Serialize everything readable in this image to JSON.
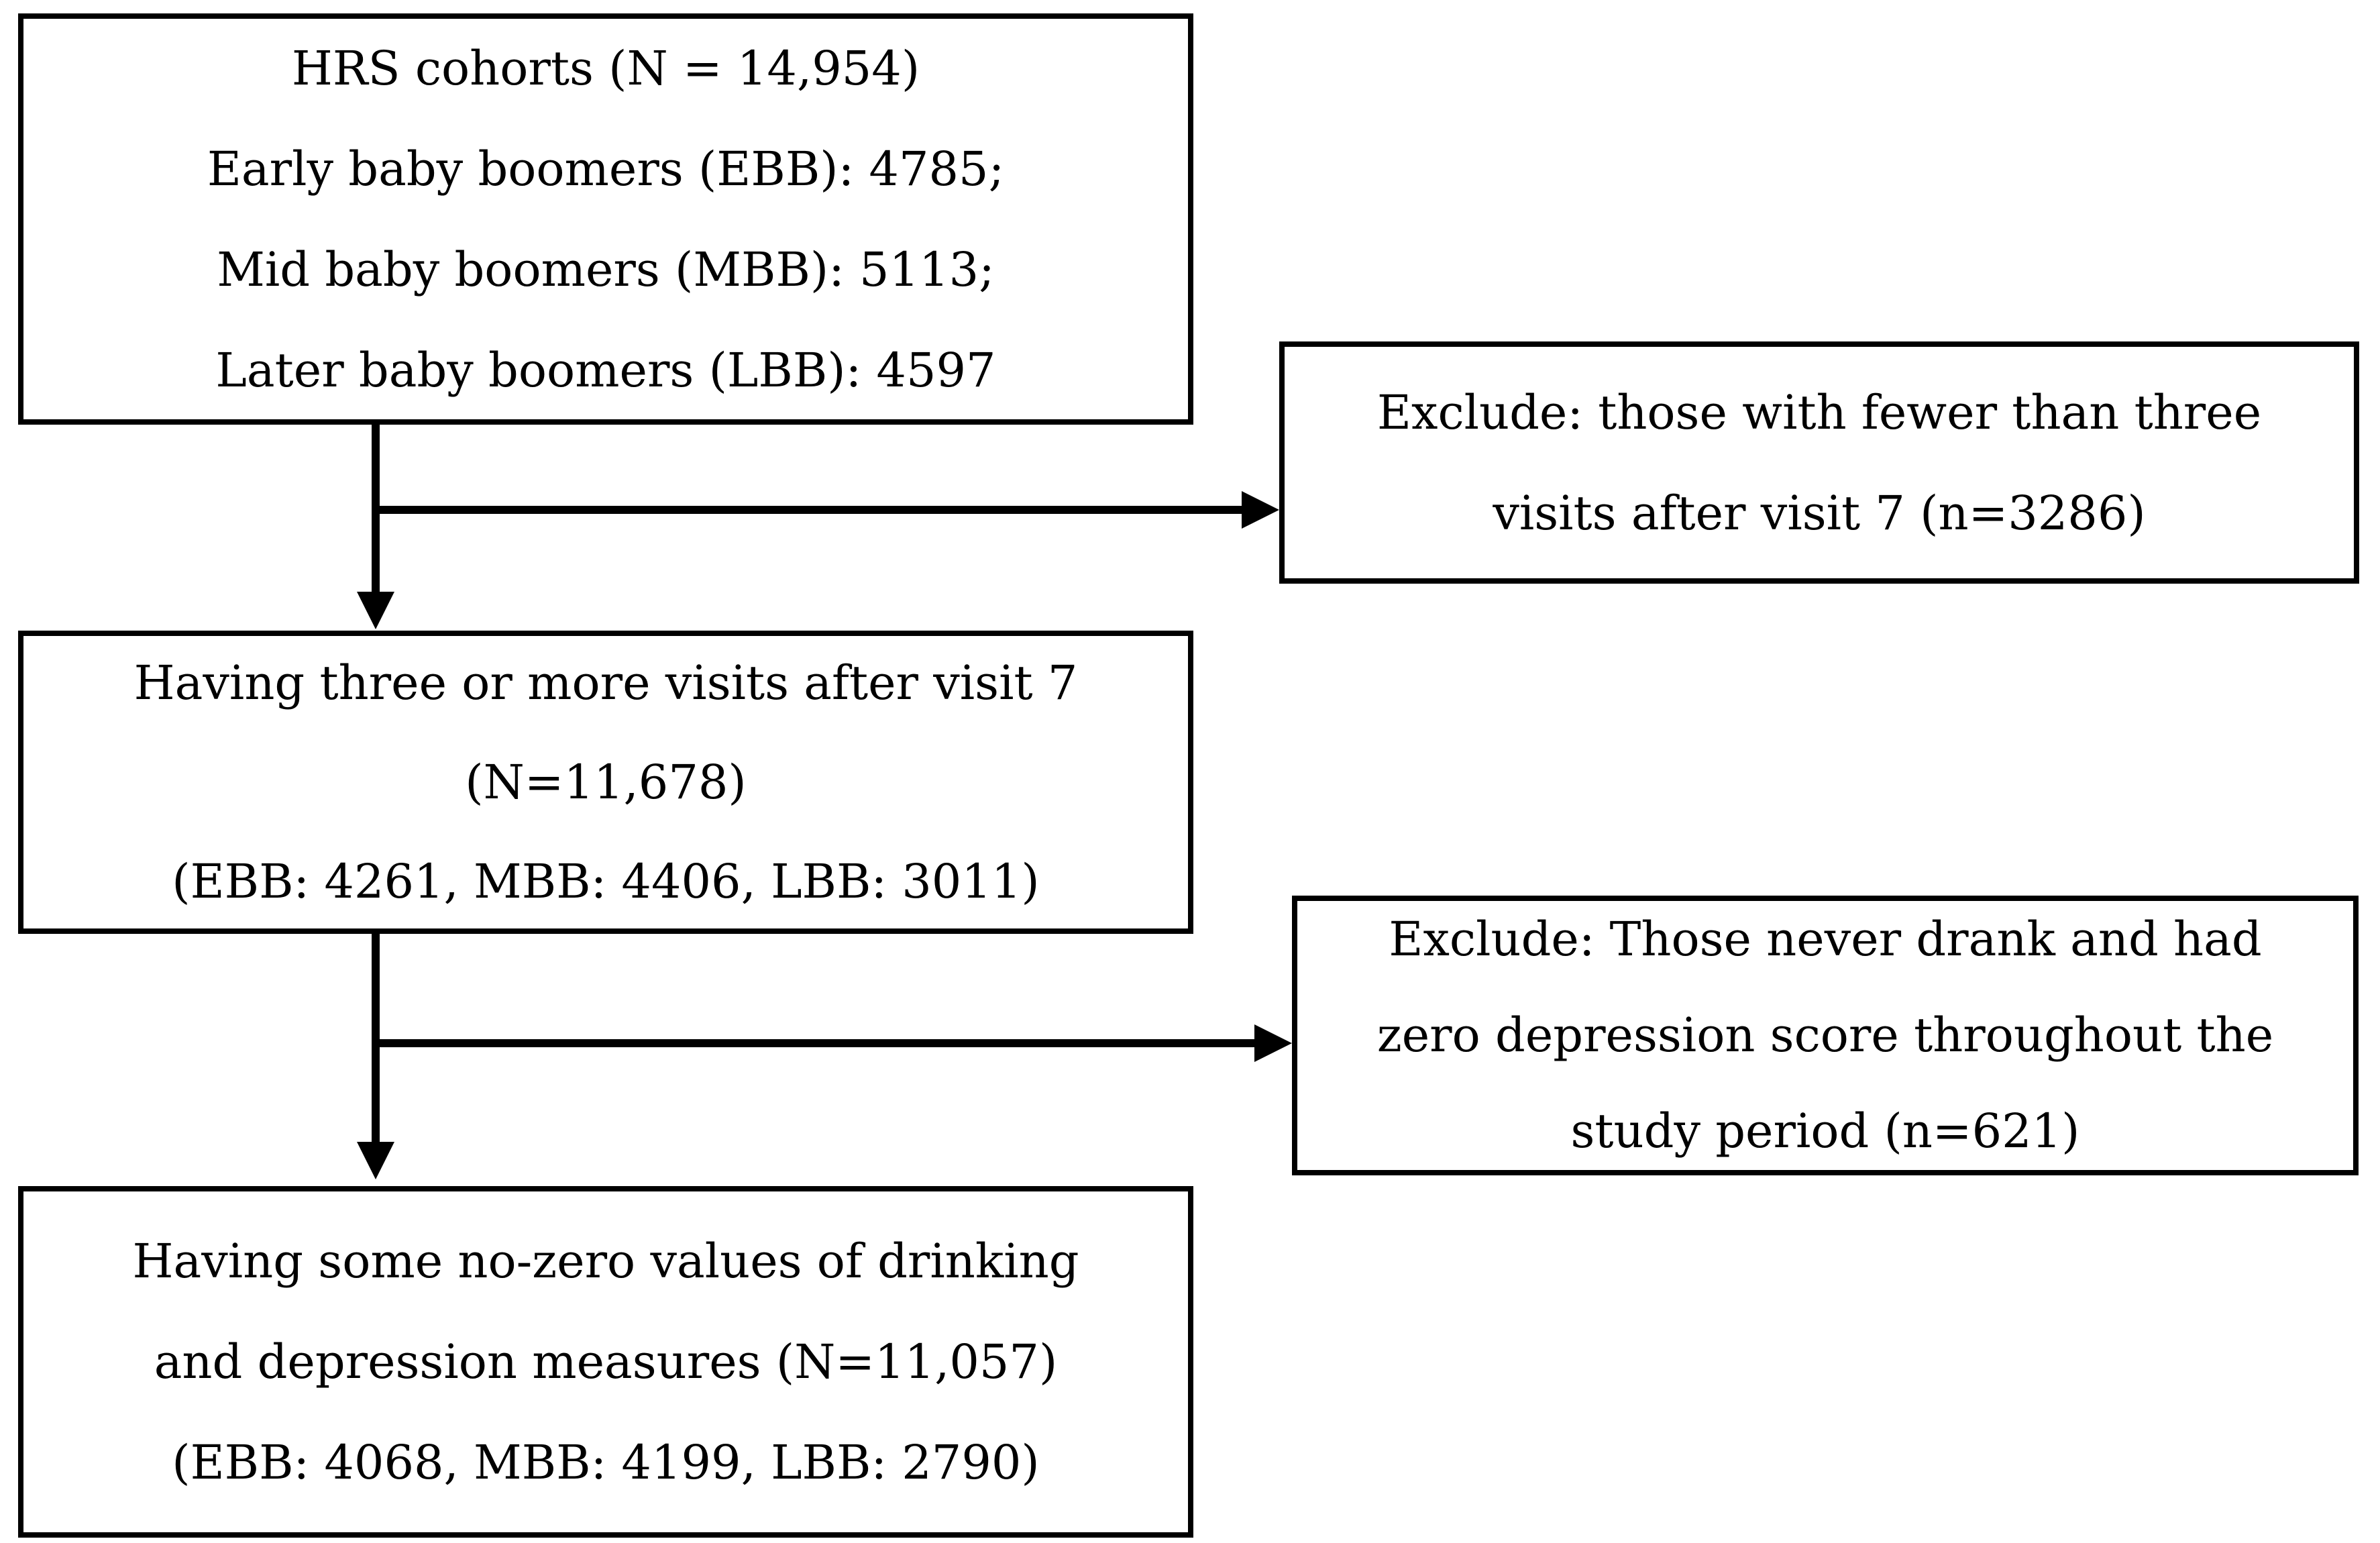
{
  "figure": {
    "type": "participant-flow-diagram",
    "colors": {
      "ink": "#000000",
      "background": "#ffffff"
    },
    "box_top": {
      "lines": [
        "HRS cohorts (N = 14,954)",
        "Early baby boomers (EBB): 4785;",
        "Mid baby boomers (MBB): 5113;",
        "Later baby boomers (LBB): 4597"
      ]
    },
    "box_exclude1": {
      "lines": [
        "Exclude: those with fewer than three",
        "visits after visit 7 (n=3286)"
      ]
    },
    "box_middle": {
      "lines": [
        "Having three or more visits after visit 7",
        "(N=11,678)",
        "(EBB: 4261, MBB: 4406, LBB: 3011)"
      ]
    },
    "box_exclude2": {
      "lines": [
        "Exclude: Those never drank and had",
        "zero depression score throughout the",
        "study period (n=621)"
      ]
    },
    "box_bottom": {
      "lines": [
        "Having some no-zero values of drinking",
        "and depression measures (N=11,057)",
        "(EBB: 4068, MBB: 4199, LBB: 2790)"
      ]
    }
  }
}
